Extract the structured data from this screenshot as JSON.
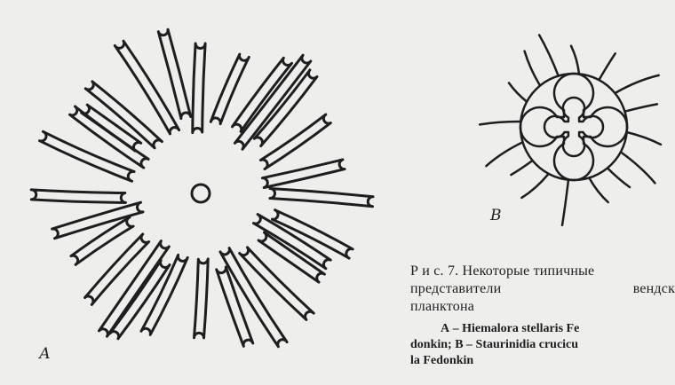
{
  "figure": {
    "label_a": "А",
    "label_b": "В"
  },
  "caption": {
    "title_line1": "Р и с. 7. Некоторые типичные",
    "title_line2_left": "представители",
    "title_line2_right": "вендского",
    "title_line3": "планктона",
    "legend_line1": "А – Hiemalora stellaris Fe",
    "legend_line2": "donkin; В – Staurinidia crucicu",
    "legend_line3": "la Fedonkin"
  }
}
